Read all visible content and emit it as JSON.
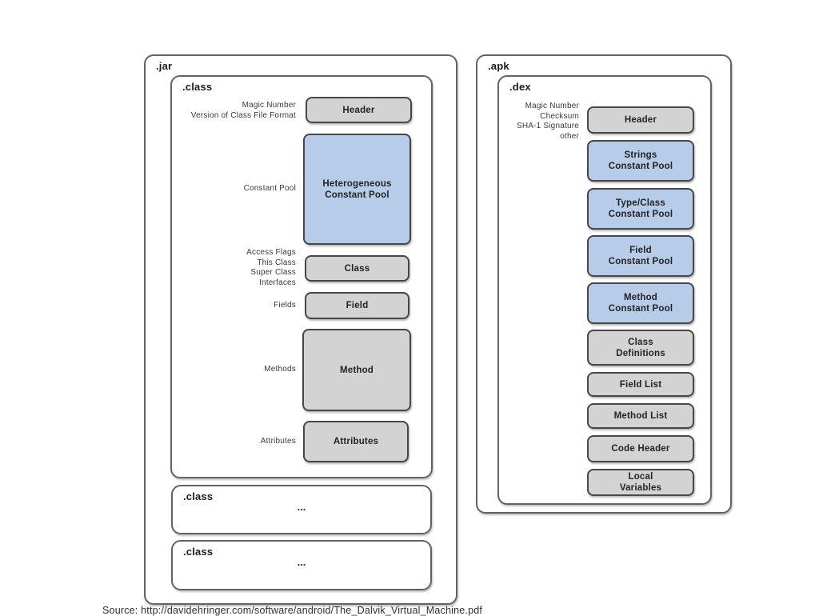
{
  "colors": {
    "gray_fill": "#d3d3d3",
    "blue_fill": "#b6cce9",
    "box_border": "#474747",
    "container_border": "#636363",
    "text": "#232323"
  },
  "jar": {
    "label": ".jar",
    "class_main": {
      "label": ".class",
      "rows": [
        {
          "side_label": "Magic Number\nVersion of Class File Format",
          "box": "Header",
          "type": "gray"
        },
        {
          "side_label": "Constant Pool",
          "box": "Heterogeneous\nConstant Pool",
          "type": "blue"
        },
        {
          "side_label": "Access Flags\nThis Class\nSuper Class\nInterfaces",
          "box": "Class",
          "type": "gray"
        },
        {
          "side_label": "Fields",
          "box": "Field",
          "type": "gray"
        },
        {
          "side_label": "Methods",
          "box": "Method",
          "type": "gray"
        },
        {
          "side_label": "Attributes",
          "box": "Attributes",
          "type": "gray"
        }
      ]
    },
    "class_stubs": [
      {
        "label": ".class",
        "content": "..."
      },
      {
        "label": ".class",
        "content": "..."
      }
    ]
  },
  "apk": {
    "label": ".apk",
    "dex": {
      "label": ".dex",
      "side_label": "Magic Number\nChecksum\nSHA-1 Signature\nother",
      "boxes": [
        {
          "text": "Header",
          "type": "gray"
        },
        {
          "text": "Strings\nConstant Pool",
          "type": "blue"
        },
        {
          "text": "Type/Class\nConstant Pool",
          "type": "blue"
        },
        {
          "text": "Field\nConstant Pool",
          "type": "blue"
        },
        {
          "text": "Method\nConstant Pool",
          "type": "blue"
        },
        {
          "text": "Class\nDefinitions",
          "type": "gray"
        },
        {
          "text": "Field List",
          "type": "gray"
        },
        {
          "text": "Method List",
          "type": "gray"
        },
        {
          "text": "Code Header",
          "type": "gray"
        },
        {
          "text": "Local\nVariables",
          "type": "gray"
        }
      ]
    }
  },
  "caption": "Source: http://davidehringer.com/software/android/The_Dalvik_Virtual_Machine.pdf"
}
